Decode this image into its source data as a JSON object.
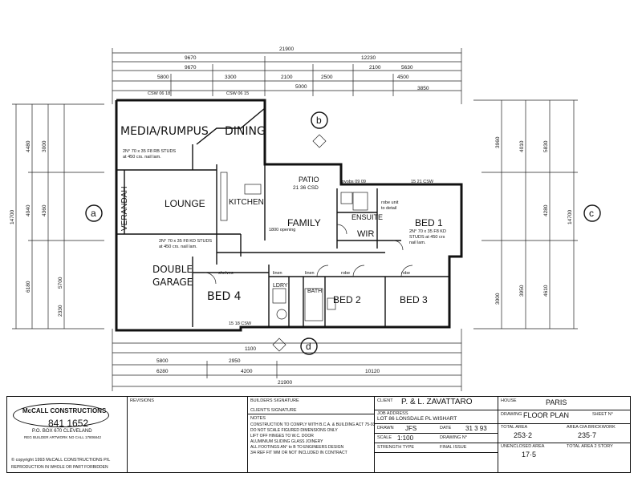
{
  "overall_dims": {
    "top": "21900",
    "bottom": "21900",
    "left": "14700",
    "right": "14700"
  },
  "top_dims": [
    "9670",
    "12230",
    "5800",
    "3300",
    "2100",
    "2100",
    "2500",
    "4500",
    "3850",
    "5630",
    "5000",
    "9670"
  ],
  "bottom_dims": [
    "5800",
    "6280",
    "4200",
    "10120",
    "2950",
    "1100"
  ],
  "left_dims": [
    "4480",
    "4040",
    "6180",
    "3000",
    "4360",
    "5700",
    "2330"
  ],
  "right_dims": [
    "3960",
    "4280",
    "4610",
    "5830",
    "3950",
    "4010",
    "3000"
  ],
  "rooms": {
    "media": "MEDIA/RUMPUS",
    "dining": "DINING",
    "lounge": "LOUNGE",
    "verandah": "VERANDAH",
    "kitchen": "KITCHEN",
    "patio": "PATIO",
    "patio_note": "21 36 CSD",
    "family": "FAMILY",
    "ensuite": "ENSUITE",
    "wir": "WIR",
    "bed1": "BED 1",
    "double_garage": "DOUBLE GARAGE",
    "bed4": "BED 4",
    "bed2": "BED 2",
    "bed3": "BED 3",
    "bath": "BATH",
    "ldry": "LDRY",
    "linen1": "linen",
    "linen2": "linen",
    "robe1": "robe",
    "robe2": "robe",
    "shelves": "shelves"
  },
  "markers": {
    "a": "a",
    "b": "b",
    "c": "c",
    "d": "d"
  },
  "notes": {
    "studs1": "2N° 70 x 35 F8 RB STUDS",
    "studs1b": "at 450 crs. nail lam.",
    "studs2": "2N° 70 x 35 F8 KD STUDS",
    "studs2b": "at 450 crs. nail lam.",
    "studs3": "2N° 70 x 35 F8 KD",
    "studs3b": "STUDS at 450 crs",
    "studs3c": "nail lam.",
    "opening": "1800 opening",
    "robe_unit": "robe unit",
    "to_detail": "to detail",
    "pvobs": "pvobs 09 09",
    "csw1": "15 21 CSW",
    "csw2": "15 18 CSW",
    "csw3": "CSW 06 18",
    "csw4": "CSW 06 15"
  },
  "titleblock": {
    "company": "McCALL CONSTRUCTIONS",
    "phone": "841 1652",
    "address": "P.O. BOX 670 CLEVELAND",
    "builder_reg": "REG BUILDER  ARTWORK NO CALL 17806842",
    "copyright": "© copyright 1993   McCALL CONSTRUCTIONS P/L",
    "reproduction": "REPRODUCTION IN WHOLE OR PART FORBIDDEN",
    "revisions_label": "REVISIONS",
    "builders_signature_label": "BUILDERS SIGNATURE",
    "clients_signature_label": "CLIENT'S SIGNATURE",
    "notes_label": "NOTES",
    "notes_lines": [
      "CONSTRUCTION TO COMPLY WITH B.C.A. & BUILDING ACT 75-93",
      "DO NOT SCALE  FIGURED DIMENSIONS ONLY",
      "LIFT OFF HINGES TO W.C. DOOR",
      "ALUMINIUM SLIDING GLASS JOINERY",
      "ALL FOOTINGS AN° to B TO ENGINEERS DESIGN",
      "3/4 REF FIT WM OR NOT INCLUDED IN CONTRACT"
    ],
    "client_label": "CLIENT",
    "client": "P. & L. ZAVATTARO",
    "job_address_label": "JOB ADDRESS",
    "job_address": "LOT 86 LONSDALE PL  WISHART",
    "drawn_label": "DRAWN",
    "drawn": "JFS",
    "date_label": "DATE",
    "date": "31 3 93",
    "scale_label": "SCALE",
    "scale": "1:100",
    "drawing_no_label": "DRAWING N°",
    "strength_label": "STRENGTH TYPE",
    "final_issue_label": "FINAL ISSUE",
    "house_label": "HOUSE",
    "house": "PARIS",
    "drawing_label": "DRAWING",
    "drawing": "FLOOR PLAN",
    "sheet_label": "SHEET N°",
    "total_area_label": "TOTAL AREA",
    "total_area": "253·2",
    "area_brickwork_label": "AREA O/A BRICKWORK",
    "area_brickwork": "235·7",
    "unenclosed_label": "UNENCLOSED AREA",
    "unenclosed": "17·5",
    "total_area_2_label": "TOTAL AREA 2 STORY"
  }
}
